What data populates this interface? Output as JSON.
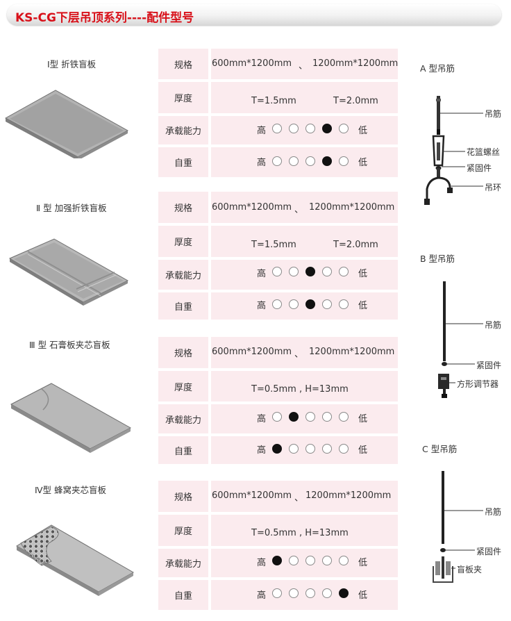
{
  "header": {
    "title": "KS-CG下层吊顶系列----配件型号"
  },
  "row_labels": {
    "spec": "规格",
    "thickness": "厚度",
    "load": "承载能力",
    "weight": "自重"
  },
  "scale": {
    "high": "高",
    "low": "低"
  },
  "panels": [
    {
      "name": "Ⅰ型  折铁盲板",
      "spec_a": "600mm*1200mm",
      "spec_sep": "、",
      "spec_b": "1200mm*1200mm",
      "thickness_a": "T=1.5mm",
      "thickness_b": "T=2.0mm",
      "load_level": 4,
      "weight_level": 4
    },
    {
      "name": "Ⅱ 型  加强折铁盲板",
      "spec_a": "600mm*1200mm",
      "spec_sep": "、",
      "spec_b": "1200mm*1200mm",
      "thickness_a": "T=1.5mm",
      "thickness_b": "T=2.0mm",
      "load_level": 3,
      "weight_level": 3
    },
    {
      "name": "Ⅲ   型  石膏板夹芯盲板",
      "spec_a": "600mm*1200mm",
      "spec_sep": "、",
      "spec_b": "1200mm*1200mm",
      "thickness_a": "T=0.5mm , H=13mm",
      "thickness_b": "",
      "load_level": 2,
      "weight_level": 1
    },
    {
      "name": "Ⅳ型  蜂窝夹芯盲板",
      "spec_a": "600mm*1200mm",
      "spec_sep": "、",
      "spec_b": "1200mm*1200mm",
      "thickness_a": "T=0.5mm , H=13mm",
      "thickness_b": "",
      "load_level": 1,
      "weight_level": 5
    }
  ],
  "rods": {
    "a": {
      "title": "A 型吊筋",
      "parts": [
        "吊筋",
        "花篮螺丝",
        "紧固件",
        "吊环"
      ]
    },
    "b": {
      "title": "B 型吊筋",
      "parts": [
        "吊筋",
        "紧固件",
        "方形调节器"
      ]
    },
    "c": {
      "title": "C 型吊筋",
      "parts": [
        "吊筋",
        "紧固件",
        "盲板夹"
      ]
    }
  },
  "colors": {
    "title_red": "#d8111a",
    "table_pink": "#fbebee",
    "panel_gray": "#a6a6a6",
    "filled_circle": "#111111"
  }
}
